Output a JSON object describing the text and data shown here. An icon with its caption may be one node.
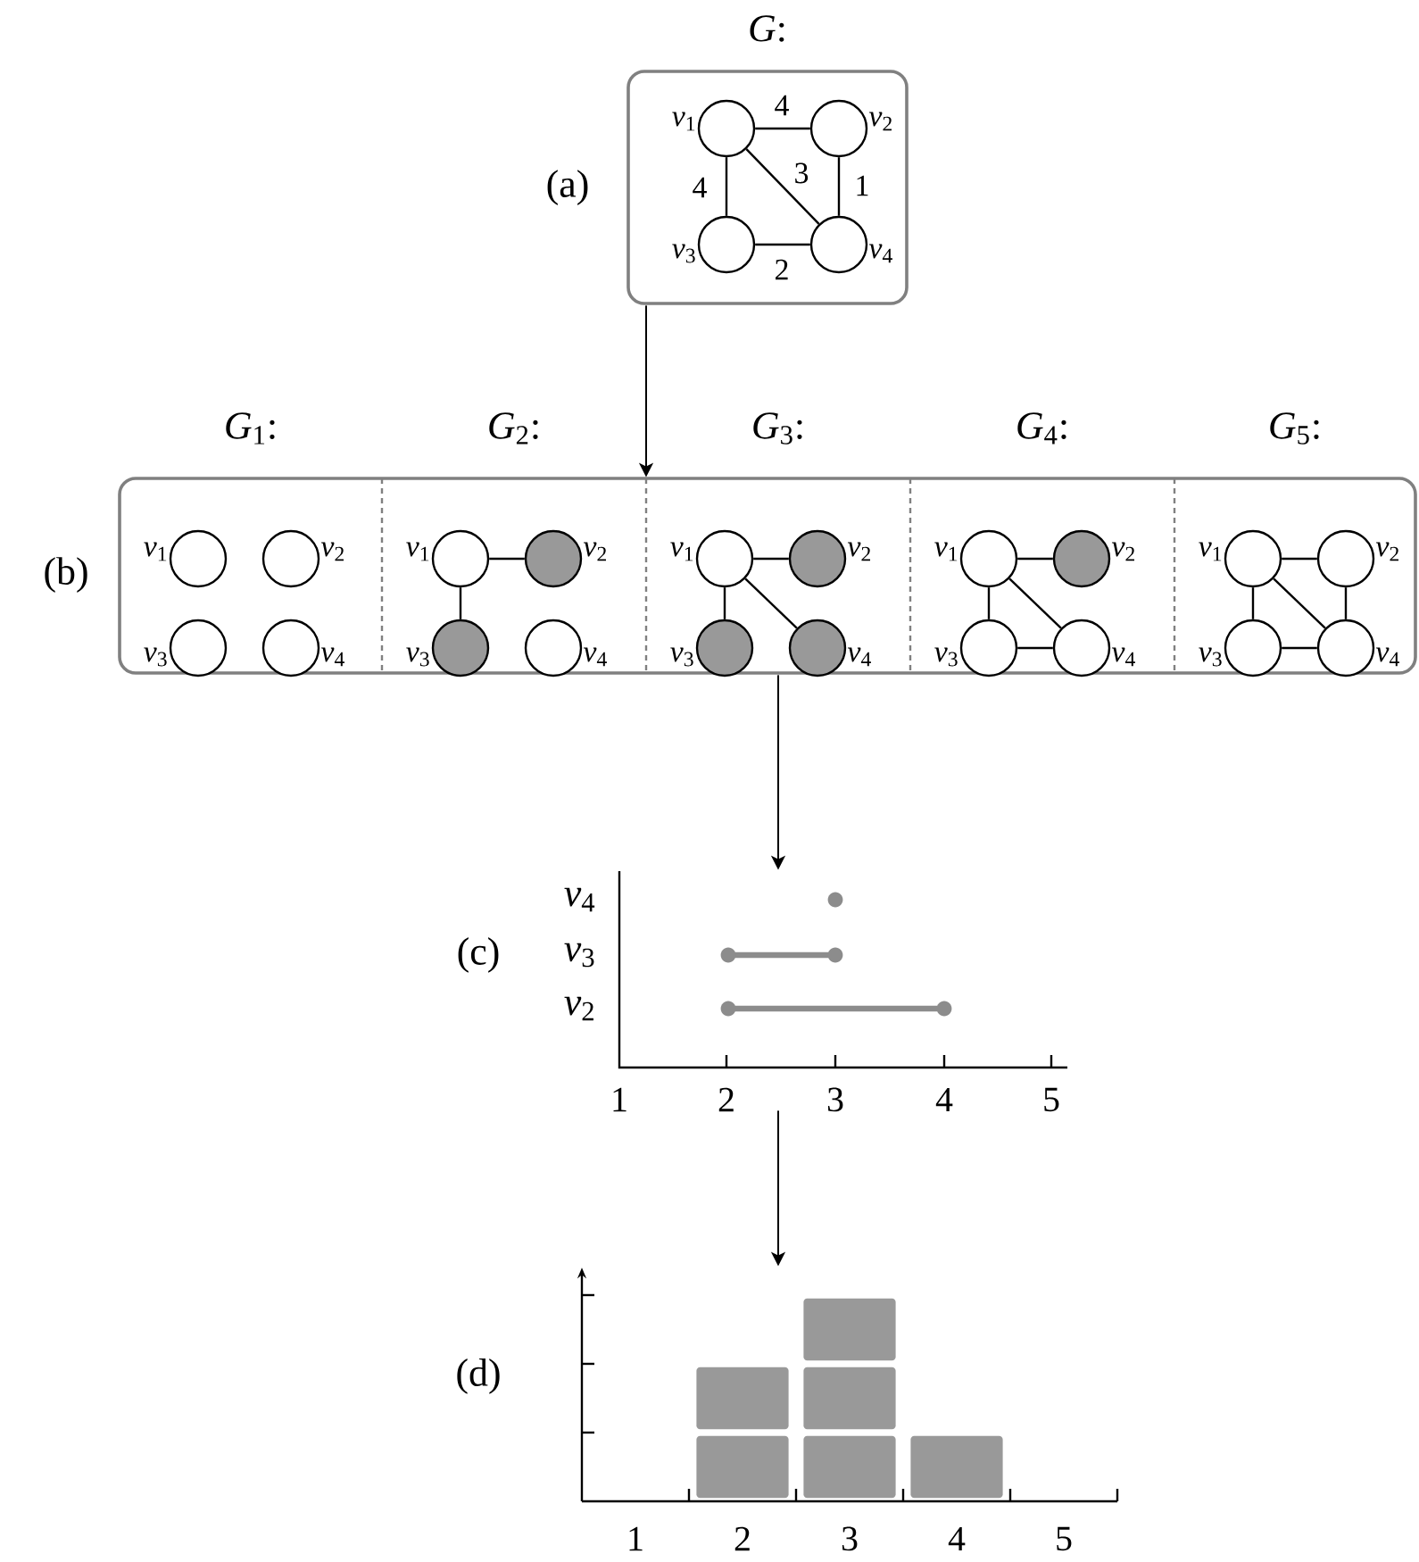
{
  "diagram": {
    "nodes": [
      {
        "text": [
          "*G*:"
        ],
        "beside": [
          "(a)"
        ]
      },
      {
        "text": [],
        "shape": "circle",
        "in": 0,
        "beside": [
          "*v*$_{1}$"
        ]
      },
      {
        "text": [],
        "shape": "circle",
        "in": 0,
        "beside": [
          "*v*$_{2}$"
        ]
      },
      {
        "text": [],
        "shape": "circle",
        "in": 0,
        "beside": [
          "*v*$_{3}$"
        ]
      },
      {
        "text": [],
        "shape": "circle",
        "in": 0,
        "beside": [
          "*v*$_{4}$"
        ]
      },
      {
        "text": [
          "*G*$_{1}$:",
          "*G*$_{2}$:",
          "*G*$_{3}$:",
          "*G*$_{4}$:",
          "*G*$_{5}$:"
        ],
        "beside": [
          "(b)"
        ]
      },
      {
        "text": [],
        "shape": "circle",
        "in": 5,
        "beside": [
          "*v*$_{1}$"
        ]
      },
      {
        "text": [],
        "shape": "circle",
        "in": 5,
        "beside": [
          "*v*$_{2}$"
        ]
      },
      {
        "text": [],
        "shape": "circle",
        "in": 5,
        "beside": [
          "*v*$_{3}$"
        ]
      },
      {
        "text": [],
        "shape": "circle",
        "in": 5,
        "beside": [
          "*v*$_{4}$"
        ]
      },
      {
        "text": [],
        "shape": "circle",
        "in": 5,
        "beside": [
          "*v*$_{1}$"
        ]
      },
      {
        "text": [],
        "shape": "circle",
        "in": 5,
        "beside": [
          "*v*$_{2}$"
        ]
      },
      {
        "text": [],
        "shape": "circle",
        "in": 5,
        "beside": [
          "*v*$_{3}$"
        ]
      },
      {
        "text": [],
        "shape": "circle",
        "in": 5,
        "beside": [
          "*v*$_{4}$"
        ]
      },
      {
        "text": [],
        "shape": "circle",
        "in": 5,
        "beside": [
          "*v*$_{1}$"
        ]
      },
      {
        "text": [],
        "shape": "circle",
        "in": 5,
        "beside": [
          "*v*$_{2}$"
        ]
      },
      {
        "text": [],
        "shape": "circle",
        "in": 5,
        "beside": [
          "*v*$_{3}$"
        ]
      },
      {
        "text": [],
        "shape": "circle",
        "in": 5,
        "beside": [
          "*v*$_{4}$"
        ]
      },
      {
        "text": [],
        "shape": "circle",
        "in": 5,
        "beside": [
          "*v*$_{1}$"
        ]
      },
      {
        "text": [],
        "shape": "circle",
        "in": 5,
        "beside": [
          "*v*$_{2}$"
        ]
      },
      {
        "text": [],
        "shape": "circle",
        "in": 5,
        "beside": [
          "*v*$_{3}$"
        ]
      },
      {
        "text": [],
        "shape": "circle",
        "in": 5,
        "beside": [
          "*v*$_{4}$"
        ]
      },
      {
        "text": [],
        "shape": "circle",
        "in": 5,
        "beside": [
          "*v*$_{1}$"
        ]
      },
      {
        "text": [],
        "shape": "circle",
        "in": 5,
        "beside": [
          "*v*$_{2}$"
        ]
      },
      {
        "text": [],
        "shape": "circle",
        "in": 5,
        "beside": [
          "*v*$_{3}$"
        ]
      },
      {
        "text": [],
        "shape": "circle",
        "in": 5,
        "beside": [
          "*v*$_{4}$"
        ]
      },
      {
        "text": [],
        "shape": "picture",
        "beside": [
          "(c)",
          "*v*$_{4}$",
          "*v*$_{3}$",
          "*v*$_{2}$",
          "1",
          "2",
          "3",
          "4",
          "5"
        ]
      },
      {
        "text": [],
        "shape": "picture",
        "beside": [
          "(d)",
          "1",
          "2",
          "3",
          "4",
          "5"
        ]
      }
    ],
    "edges": [
      {
        "from": 1,
        "to": 2,
        "arrow": "none",
        "label": "4"
      },
      {
        "from": 1,
        "to": 3,
        "arrow": "none",
        "label": "4"
      },
      {
        "from": 1,
        "to": 4,
        "arrow": "none",
        "label": "3"
      },
      {
        "from": 2,
        "to": 4,
        "arrow": "none",
        "label": "1"
      },
      {
        "from": 3,
        "to": 4,
        "arrow": "none",
        "label": "2"
      },
      {
        "from": 10,
        "to": 11,
        "arrow": "none"
      },
      {
        "from": 10,
        "to": 12,
        "arrow": "none"
      },
      {
        "from": 14,
        "to": 15,
        "arrow": "none"
      },
      {
        "from": 14,
        "to": 16,
        "arrow": "none"
      },
      {
        "from": 14,
        "to": 17,
        "arrow": "none"
      },
      {
        "from": 18,
        "to": 19,
        "arrow": "none"
      },
      {
        "from": 18,
        "to": 20,
        "arrow": "none"
      },
      {
        "from": 18,
        "to": 21,
        "arrow": "none"
      },
      {
        "from": 20,
        "to": 21,
        "arrow": "none"
      },
      {
        "from": 22,
        "to": 23,
        "arrow": "none"
      },
      {
        "from": 22,
        "to": 24,
        "arrow": "none"
      },
      {
        "from": 22,
        "to": 25,
        "arrow": "none"
      },
      {
        "from": 24,
        "to": 25,
        "arrow": "none"
      },
      {
        "from": 23,
        "to": 25,
        "arrow": "none"
      },
      {
        "from": 0,
        "to": 5,
        "arrow": "to"
      },
      {
        "from": 5,
        "to": 26,
        "arrow": "to"
      },
      {
        "from": 26,
        "to": 27,
        "arrow": "to"
      }
    ]
  }
}
